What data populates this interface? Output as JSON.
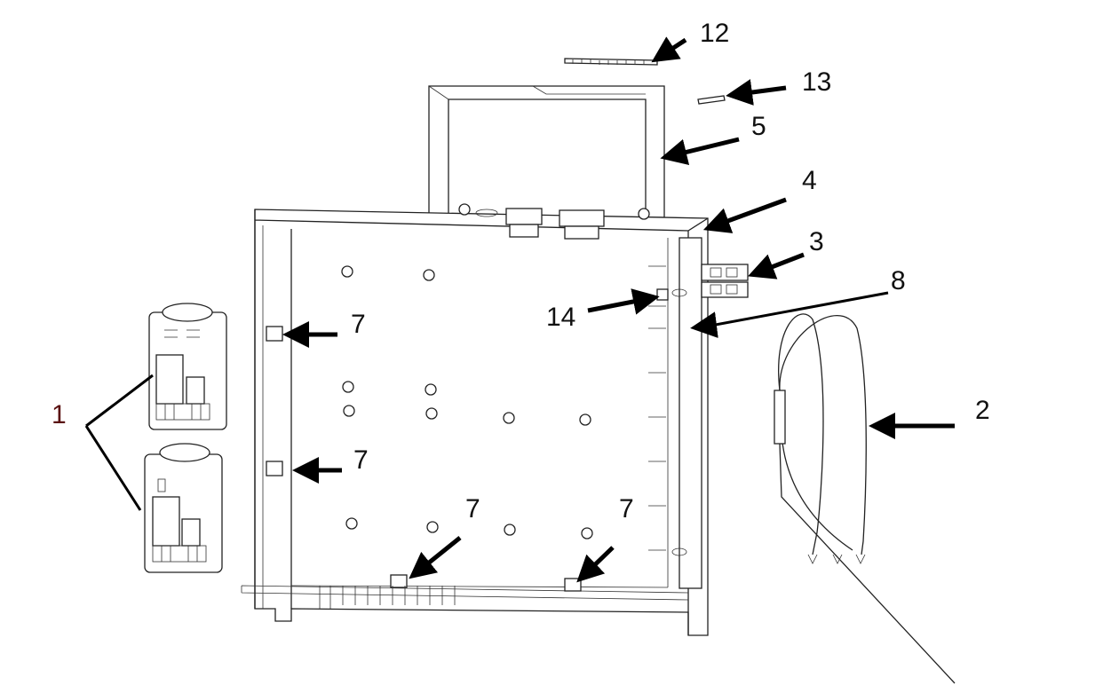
{
  "diagram": {
    "type": "exploded-parts-view",
    "callouts": {
      "part_1": "1",
      "part_2": "2",
      "part_3": "3",
      "part_4": "4",
      "part_5": "5",
      "part_7a": "7",
      "part_7b": "7",
      "part_7c": "7",
      "part_7d": "7",
      "part_8": "8",
      "part_12": "12",
      "part_13": "13",
      "part_14": "14"
    },
    "colors": {
      "line": "#222222",
      "arrow": "#000000",
      "label_1": "#5a1010"
    }
  }
}
